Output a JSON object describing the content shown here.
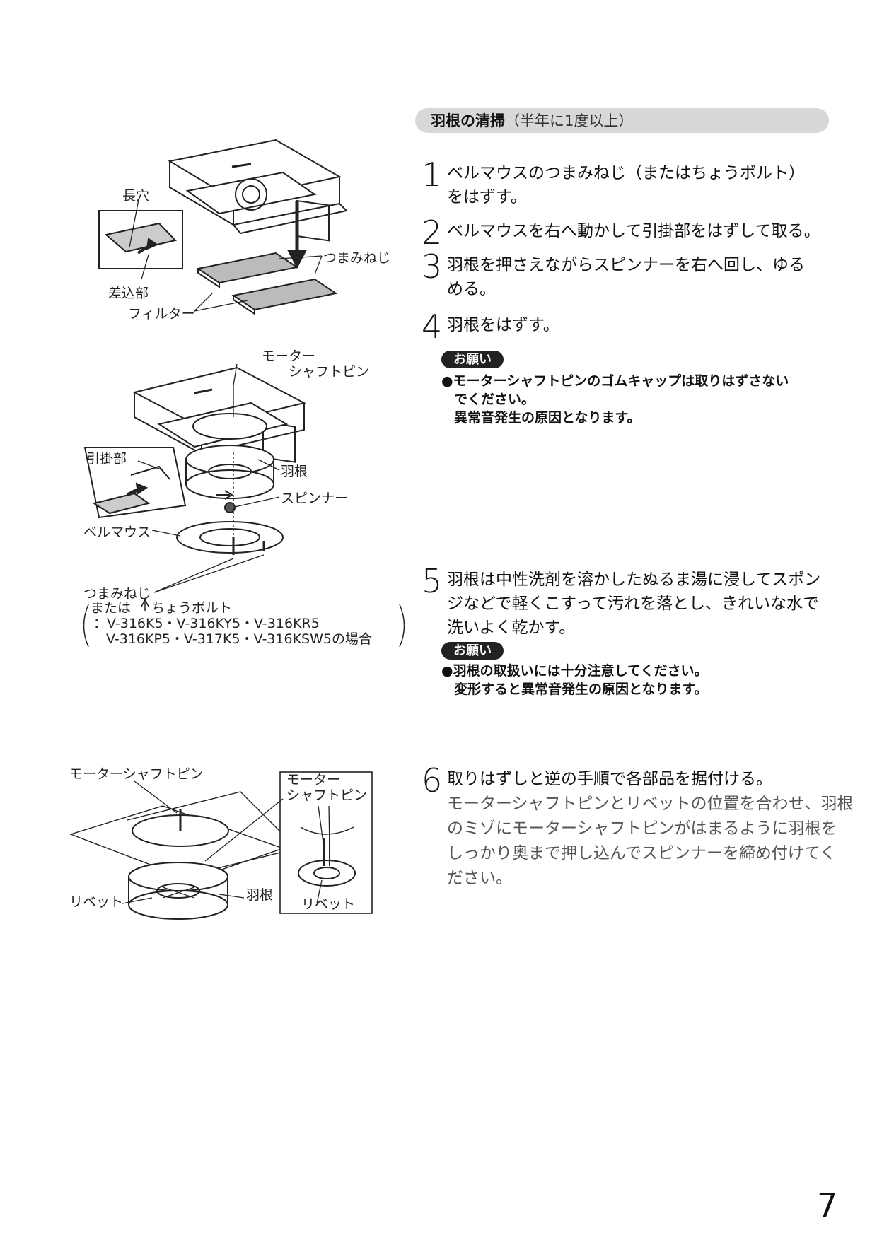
{
  "section": {
    "title_bold": "羽根の清掃",
    "title_note": "（半年に1度以上）"
  },
  "steps": [
    {
      "num": "1",
      "lines": [
        "ベルマウスのつまみねじ（またはちょうボルト）",
        "をはずす。"
      ]
    },
    {
      "num": "2",
      "lines": [
        "ベルマウスを右へ動かして引掛部をはずして取る。"
      ]
    },
    {
      "num": "3",
      "lines": [
        "羽根を押さえながらスピンナーを右へ回し、ゆる",
        "める。"
      ]
    },
    {
      "num": "4",
      "lines": [
        "羽根をはずす。"
      ]
    },
    {
      "num": "5",
      "lines": [
        "羽根は中性洗剤を溶かしたぬるま湯に浸してスポン",
        "ジなどで軽くこすって汚れを落とし、きれいな水で",
        "洗いよく乾かす。"
      ]
    },
    {
      "num": "6",
      "lines": [
        "取りはずしと逆の手順で各部品を据付ける。"
      ]
    }
  ],
  "step6_sub": [
    "モーターシャフトピンとリベットの位置を合わせ、羽根",
    "のミゾにモーターシャフトピンがはまるように羽根を",
    "しっかり奥まで押し込んでスピンナーを締め付けてく",
    "ださい。"
  ],
  "note1": {
    "badge": "お願い",
    "lines": [
      "●モーターシャフトピンのゴムキャップは取りはずさない",
      "でください。",
      "異常音発生の原因となります。"
    ]
  },
  "note2": {
    "badge": "お願い",
    "lines": [
      "●羽根の取扱いには十分注意してください。",
      "変形すると異常音発生の原因となります。"
    ]
  },
  "fig1": {
    "label_slot": "長穴",
    "label_knob": "つまみねじ",
    "label_insert": "差込部",
    "label_filter": "フィルター"
  },
  "fig2": {
    "label_motor_pin_1": "モーター",
    "label_motor_pin_2": "シャフトピン",
    "label_hook": "引掛部",
    "label_fan": "羽根",
    "label_spinner": "スピンナー",
    "label_bellmouth": "ベルマウス",
    "label_knob": "つまみねじ",
    "label_alt_1": "または",
    "label_alt_1b": "ちょうボルト",
    "label_alt_2": "：V-316K5・V-316KY5・V-316KR5",
    "label_alt_3": "V-316KP5・V-317K5・V-316KSW5の場合"
  },
  "fig3": {
    "label_motor_pin": "モーターシャフトピン",
    "label_inset_1": "モーター",
    "label_inset_2": "シャフトピン",
    "label_rivet": "リベット",
    "label_fan": "羽根",
    "label_inset_rivet": "リベット"
  },
  "page_number": "7"
}
